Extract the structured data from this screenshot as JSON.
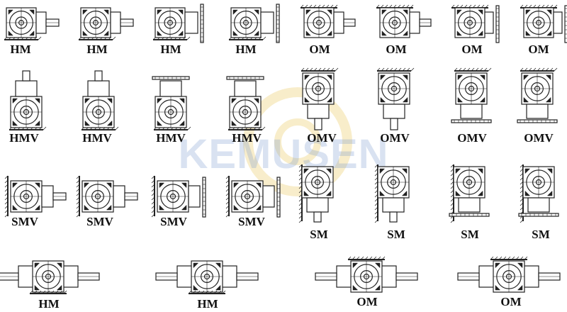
{
  "watermark": {
    "text": "KEMUSEN",
    "color": "#9fb4dc",
    "gear_color": "#f3dfa0"
  },
  "row1": [
    "HM",
    "HM",
    "HM",
    "HM",
    "OM",
    "OM",
    "OM",
    "OM"
  ],
  "row2": [
    "HMV",
    "HMV",
    "HMV",
    "HMV",
    "OMV",
    "OMV",
    "OMV",
    "OMV"
  ],
  "row3": [
    "SMV",
    "SMV",
    "SMV",
    "SMV",
    "SM",
    "SM",
    "SM",
    "SM"
  ],
  "row4": [
    "HM",
    "HM",
    "OM",
    "OM"
  ]
}
